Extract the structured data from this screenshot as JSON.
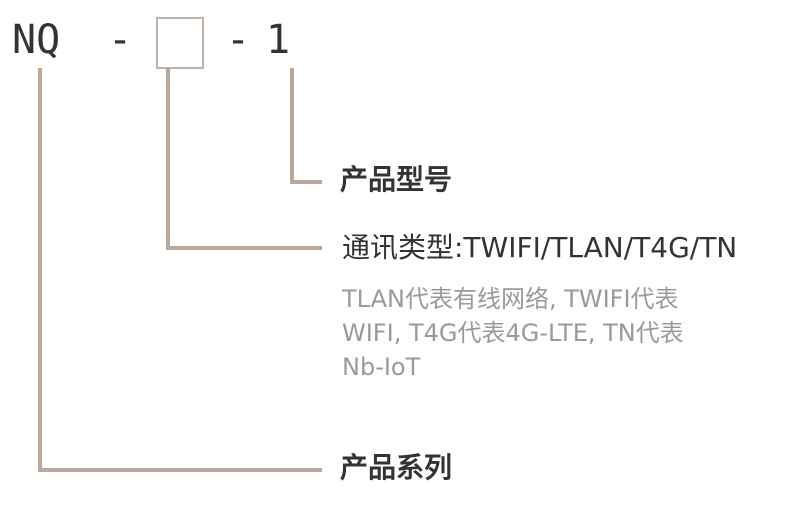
{
  "code": {
    "prefix": "NQ",
    "sep1": "-",
    "sep2": "-",
    "suffix": "1"
  },
  "labels": {
    "model": "产品型号",
    "comm": "通讯类型:TWIFI/TLAN/T4G/TN",
    "series": "产品系列"
  },
  "description": {
    "lines": [
      "TLAN代表有线网络, TWIFI代表",
      "WIFI, T4G代表4G-LTE, TN代表",
      "Nb-IoT"
    ]
  },
  "colors": {
    "connector": "#b8a89d",
    "box_border": "#c2b2a6",
    "text": "#333333",
    "description": "#9a9a9a"
  }
}
